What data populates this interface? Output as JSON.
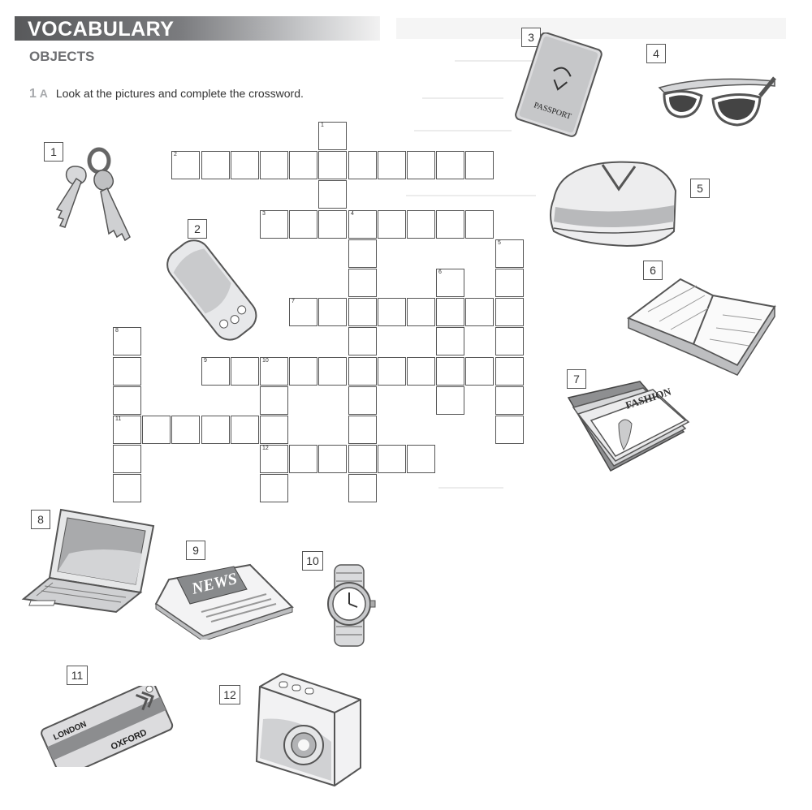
{
  "header": {
    "title": "VOCABULARY",
    "section": "OBJECTS"
  },
  "instruction": {
    "number": "1",
    "sub": "A",
    "text": "Look at the pictures and complete the crossword."
  },
  "crossword": {
    "clues": [
      {
        "num": "1",
        "dir": "down",
        "row": 0,
        "col": 7,
        "len": 3
      },
      {
        "num": "2",
        "dir": "across",
        "row": 1,
        "col": 2,
        "len": 11
      },
      {
        "num": "3",
        "dir": "across",
        "row": 3,
        "col": 5,
        "len": 8
      },
      {
        "num": "4",
        "dir": "down",
        "row": 3,
        "col": 8,
        "len": 10
      },
      {
        "num": "5",
        "dir": "down",
        "row": 4,
        "col": 13,
        "len": 7
      },
      {
        "num": "6",
        "dir": "down",
        "row": 5,
        "col": 11,
        "len": 5
      },
      {
        "num": "7",
        "dir": "across",
        "row": 6,
        "col": 6,
        "len": 8
      },
      {
        "num": "8",
        "dir": "down",
        "row": 7,
        "col": 0,
        "len": 6
      },
      {
        "num": "9",
        "dir": "across",
        "row": 8,
        "col": 3,
        "len": 11
      },
      {
        "num": "10",
        "dir": "down",
        "row": 8,
        "col": 5,
        "len": 5
      },
      {
        "num": "11",
        "dir": "across",
        "row": 10,
        "col": 0,
        "len": 6
      },
      {
        "num": "12",
        "dir": "across",
        "row": 11,
        "col": 5,
        "len": 6
      }
    ]
  },
  "pictures": [
    {
      "label": "1",
      "icon": "keys-icon"
    },
    {
      "label": "2",
      "icon": "mobile-phone-icon"
    },
    {
      "label": "3",
      "icon": "passport-icon"
    },
    {
      "label": "4",
      "icon": "sunglasses-icon"
    },
    {
      "label": "5",
      "icon": "sweater-icon"
    },
    {
      "label": "6",
      "icon": "diary-icon"
    },
    {
      "label": "7",
      "icon": "magazines-icon"
    },
    {
      "label": "8",
      "icon": "laptop-icon"
    },
    {
      "label": "9",
      "icon": "newspaper-icon"
    },
    {
      "label": "10",
      "icon": "watch-icon"
    },
    {
      "label": "11",
      "icon": "travel-card-icon"
    },
    {
      "label": "12",
      "icon": "camera-icon"
    }
  ],
  "image_text": {
    "passport": "PASSPORT",
    "magazine": "FASHION",
    "newspaper": "NEWS",
    "card_top": "LONDON",
    "card_bottom": "OXFORD"
  }
}
